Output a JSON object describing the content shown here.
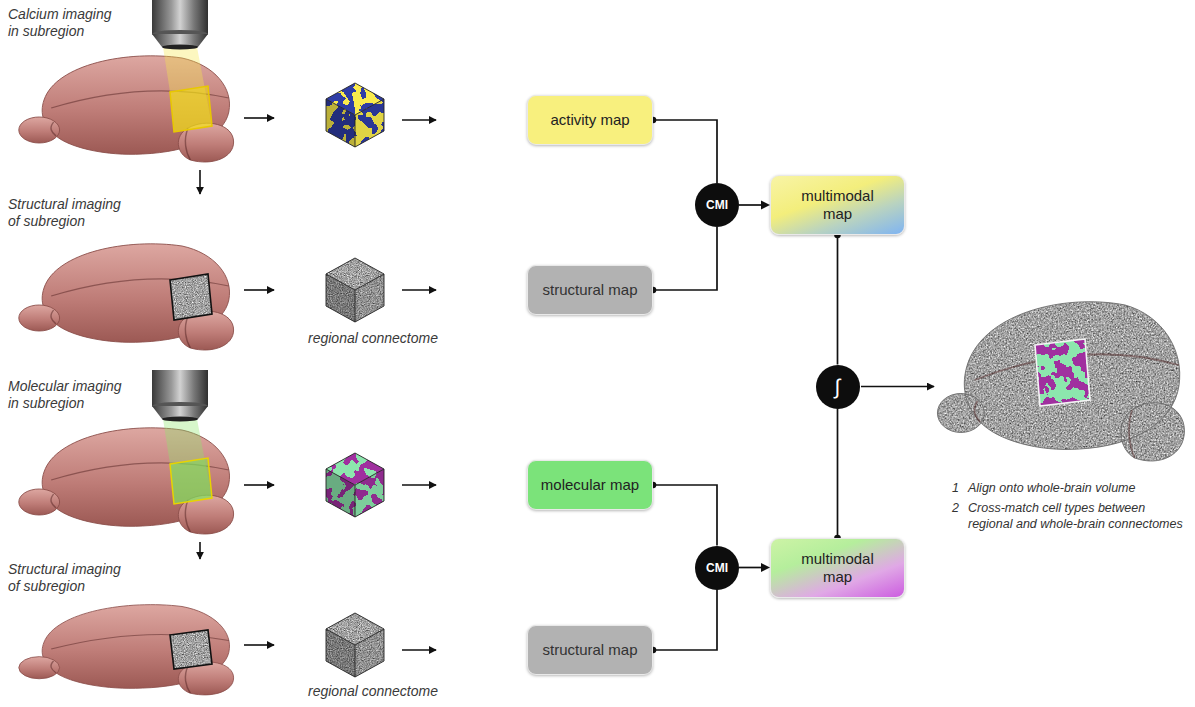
{
  "diagram": {
    "nodes": [
      {
        "text": [
          "activity map"
        ]
      },
      {
        "text": [
          "structural map"
        ]
      },
      {
        "text": [
          "CMI"
        ]
      },
      {
        "text": [
          "multimodal map"
        ]
      },
      {
        "text": [
          "∫"
        ]
      },
      {
        "text": [
          "molecular map"
        ]
      },
      {
        "text": [
          "structural map"
        ]
      },
      {
        "text": [
          "CMI"
        ]
      },
      {
        "text": [
          "multimodal map"
        ]
      }
    ],
    "edges": [
      {
        "from": 0,
        "to": 2,
        "arrow": "none"
      },
      {
        "from": 1,
        "to": 2,
        "arrow": "none"
      },
      {
        "from": 2,
        "to": 3,
        "arrow": "to"
      },
      {
        "from": 3,
        "to": 4,
        "arrow": "none"
      },
      {
        "from": 8,
        "to": 4,
        "arrow": "none"
      },
      {
        "from": 5,
        "to": 7,
        "arrow": "none"
      },
      {
        "from": 6,
        "to": 7,
        "arrow": "none"
      },
      {
        "from": 7,
        "to": 8,
        "arrow": "to"
      }
    ],
    "labels": [
      "Calcium imaging in subregion",
      "Structural imaging of subregion",
      "regional connectome",
      "Molecular imaging in subregion",
      "Structural imaging of subregion",
      "regional connectome",
      "1",
      "Align onto whole-brain volume",
      "2",
      "Cross-match cell types between regional and whole-brain connectomes"
    ]
  }
}
